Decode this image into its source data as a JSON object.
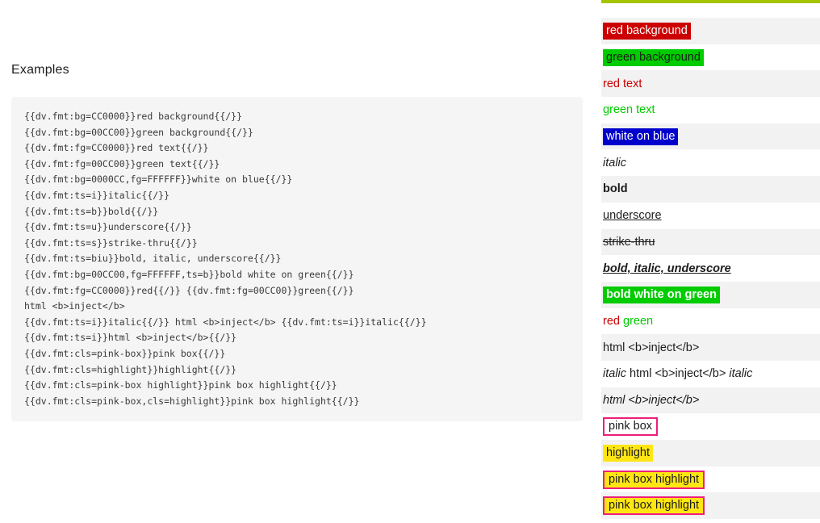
{
  "page": {
    "heading": "Examples"
  },
  "code_block": {
    "lines": [
      "{{dv.fmt:bg=CC0000}}red background{{/}}",
      "{{dv.fmt:bg=00CC00}}green background{{/}}",
      "{{dv.fmt:fg=CC0000}}red text{{/}}",
      "{{dv.fmt:fg=00CC00}}green text{{/}}",
      "{{dv.fmt:bg=0000CC,fg=FFFFFF}}white on blue{{/}}",
      "{{dv.fmt:ts=i}}italic{{/}}",
      "{{dv.fmt:ts=b}}bold{{/}}",
      "{{dv.fmt:ts=u}}underscore{{/}}",
      "{{dv.fmt:ts=s}}strike-thru{{/}}",
      "{{dv.fmt:ts=biu}}bold, italic, underscore{{/}}",
      "{{dv.fmt:bg=00CC00,fg=FFFFFF,ts=b}}bold white on green{{/}}",
      "{{dv.fmt:fg=CC0000}}red{{/}} {{dv.fmt:fg=00CC00}}green{{/}}",
      "html <b>inject</b>",
      "{{dv.fmt:ts=i}}italic{{/}} html <b>inject</b> {{dv.fmt:ts=i}}italic{{/}}",
      "{{dv.fmt:ts=i}}html <b>inject</b>{{/}}",
      "{{dv.fmt:cls=pink-box}}pink box{{/}}",
      "{{dv.fmt:cls=highlight}}highlight{{/}}",
      "{{dv.fmt:cls=pink-box highlight}}pink box highlight{{/}}",
      "{{dv.fmt:cls=pink-box,cls=highlight}}pink box highlight{{/}}"
    ]
  },
  "results": {
    "top_border_color": "#a4c400",
    "stripe_color": "#f2f2f2",
    "rows": [
      {
        "segments": [
          {
            "text": "red background",
            "bg": "#CC0000",
            "fg": "#FFFFFF"
          }
        ]
      },
      {
        "segments": [
          {
            "text": "green background",
            "bg": "#00CC00"
          }
        ]
      },
      {
        "segments": [
          {
            "text": "red text",
            "fg": "#CC0000"
          }
        ]
      },
      {
        "segments": [
          {
            "text": "green text",
            "fg": "#00CC00"
          }
        ]
      },
      {
        "segments": [
          {
            "text": "white on blue",
            "bg": "#0000CC",
            "fg": "#FFFFFF"
          }
        ]
      },
      {
        "segments": [
          {
            "text": "italic",
            "i": true
          }
        ]
      },
      {
        "segments": [
          {
            "text": "bold",
            "b": true
          }
        ]
      },
      {
        "segments": [
          {
            "text": "underscore",
            "u": true
          }
        ]
      },
      {
        "segments": [
          {
            "text": "strike-thru",
            "s": true
          }
        ]
      },
      {
        "segments": [
          {
            "text": "bold, italic, underscore",
            "b": true,
            "i": true,
            "u": true
          }
        ]
      },
      {
        "segments": [
          {
            "text": "bold white on green",
            "bg": "#00CC00",
            "fg": "#FFFFFF",
            "b": true
          }
        ]
      },
      {
        "segments": [
          {
            "text": "red",
            "fg": "#CC0000"
          },
          {
            "text": " "
          },
          {
            "text": "green",
            "fg": "#00CC00"
          }
        ]
      },
      {
        "segments": [
          {
            "text": "html <b>inject</b>"
          }
        ]
      },
      {
        "segments": [
          {
            "text": "italic",
            "i": true
          },
          {
            "text": " html <b>inject</b> "
          },
          {
            "text": "italic",
            "i": true
          }
        ]
      },
      {
        "segments": [
          {
            "text": "html <b>inject</b>",
            "i": true
          }
        ]
      },
      {
        "segments": [
          {
            "text": "pink box",
            "cls": [
              "pink-box"
            ]
          }
        ]
      },
      {
        "segments": [
          {
            "text": "highlight",
            "cls": [
              "highlight"
            ]
          }
        ]
      },
      {
        "segments": [
          {
            "text": "pink box highlight",
            "cls": [
              "pink-box",
              "highlight"
            ]
          }
        ]
      },
      {
        "segments": [
          {
            "text": "pink box highlight",
            "cls": [
              "pink-box",
              "highlight"
            ]
          }
        ]
      }
    ]
  },
  "colors": {
    "red": "#CC0000",
    "green": "#00CC00",
    "blue": "#0000CC",
    "pink_box_border": "#ee1e7a",
    "highlight_yellow": "#ffe613",
    "code_background": "#f5f5f5"
  }
}
